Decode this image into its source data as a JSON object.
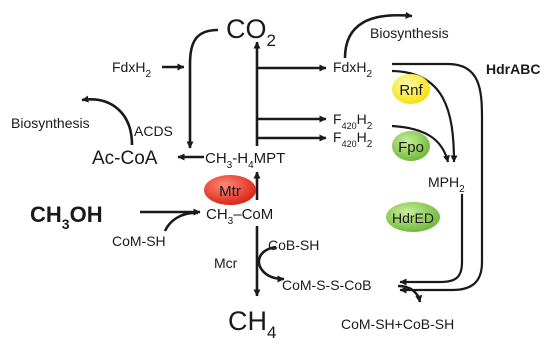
{
  "co2": {
    "main": "CO",
    "sub": "2"
  },
  "ch4": {
    "main": "CH",
    "sub": "4"
  },
  "ch3oh": {
    "a": "CH",
    "sub": "3",
    "b": "OH"
  },
  "fdxh2_left": {
    "main": "FdxH",
    "sub": "2"
  },
  "fdxh2_right": {
    "main": "FdxH",
    "sub": "2"
  },
  "biosynthesis_top": "Biosynthesis",
  "biosynthesis_left": "Biosynthesis",
  "acds": "ACDS",
  "accoa": "Ac-CoA",
  "ch3h4mpt": {
    "a": "CH",
    "s1": "3",
    "b": "-H",
    "s2": "4",
    "c": "MPT"
  },
  "f420h2_1": {
    "a": "F",
    "s1": "420",
    "b": "H",
    "s2": "2"
  },
  "f420h2_2": {
    "a": "F",
    "s1": "420",
    "b": "H",
    "s2": "2"
  },
  "mph2": {
    "main": "MPH",
    "sub": "2"
  },
  "ch3com": {
    "a": "CH",
    "sub": "3",
    "b": "–CoM"
  },
  "com_sh": "CoM-SH",
  "cob_sh": "CoB-SH",
  "mcr": "Mcr",
  "heterodisulfide": "CoM-S-S-CoB",
  "products": "CoM-SH+CoB-SH",
  "hdrabc": "HdrABC",
  "enzymes": {
    "mtr": {
      "label": "Mtr",
      "color": "#e8261a"
    },
    "rnf": {
      "label": "Rnf",
      "color": "#ffee10"
    },
    "fpo": {
      "label": "Fpo",
      "color": "#7cc241"
    },
    "hdred": {
      "label": "HdrED",
      "color": "#7cc241"
    }
  }
}
